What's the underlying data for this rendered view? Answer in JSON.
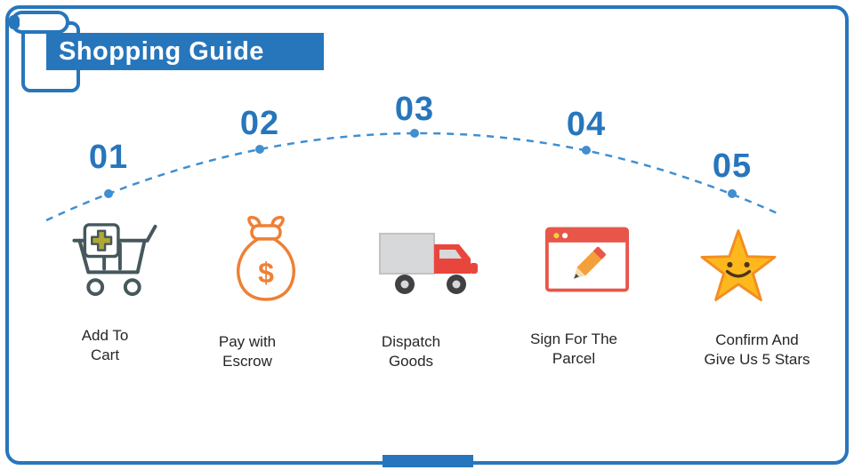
{
  "title": "Shopping Guide",
  "steps": [
    {
      "number": "01",
      "label": "Add To\nCart",
      "icon": "add-to-cart-icon"
    },
    {
      "number": "02",
      "label": "Pay with\nEscrow",
      "icon": "money-bag-icon",
      "symbol": "$"
    },
    {
      "number": "03",
      "label": "Dispatch\nGoods",
      "icon": "delivery-truck-icon"
    },
    {
      "number": "04",
      "label": "Sign For The\nParcel",
      "icon": "sign-document-icon"
    },
    {
      "number": "05",
      "label": "Confirm And\nGive Us 5 Stars",
      "icon": "star-smile-icon"
    }
  ],
  "colors": {
    "accent_blue": "#2776bc",
    "arc_blue": "#3f8fd1",
    "orange": "#ee8035",
    "red": "#e8463c",
    "yellow": "#fdb81e",
    "gray": "#d6d8d9",
    "text": "#262626"
  }
}
